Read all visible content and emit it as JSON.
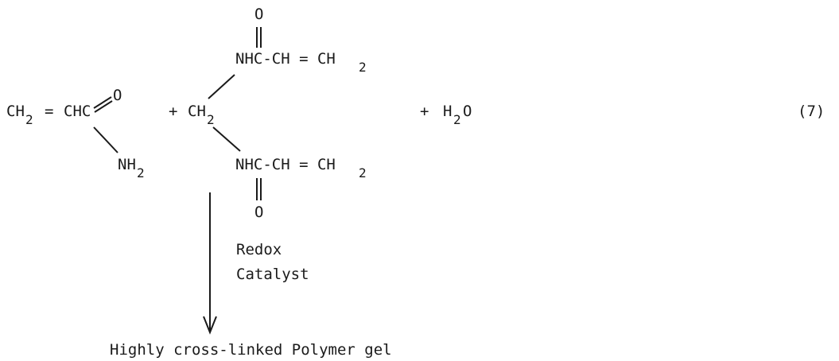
{
  "equation_number": "(7)",
  "reactant1": {
    "ch2": "CH",
    "ch2_sub": "2",
    "eq": "=",
    "chc": "CHC",
    "o": "O",
    "nh": "NH",
    "nh_sub": "2"
  },
  "plus1": "+",
  "reactant2": {
    "ch2": "CH",
    "ch2_sub": "2",
    "top_o": "O",
    "top_group": "NHC-CH = CH",
    "top_group_sub": "2",
    "bottom_group": "NHC-CH = CH",
    "bottom_group_sub": "2",
    "bottom_o": "O"
  },
  "plus2": "+",
  "water": {
    "h": "H",
    "sub": "2",
    "o": "O"
  },
  "condition_line1": "Redox",
  "condition_line2": "Catalyst",
  "product": "Highly cross-linked Polymer gel"
}
